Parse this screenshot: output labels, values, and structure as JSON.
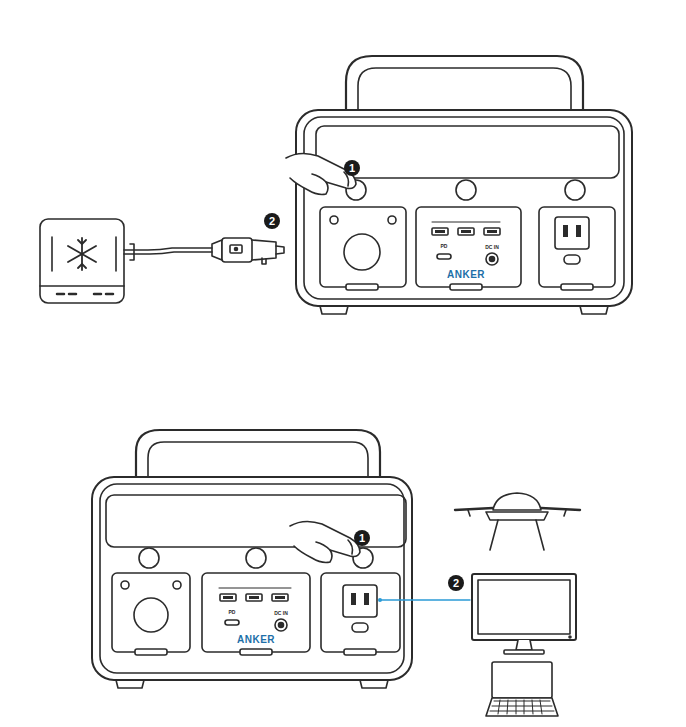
{
  "diagram": {
    "labels": [
      "1",
      "2",
      "PD",
      "DC IN",
      "ANKER",
      "1",
      "2",
      "PD",
      "DC IN",
      "ANKER"
    ]
  }
}
